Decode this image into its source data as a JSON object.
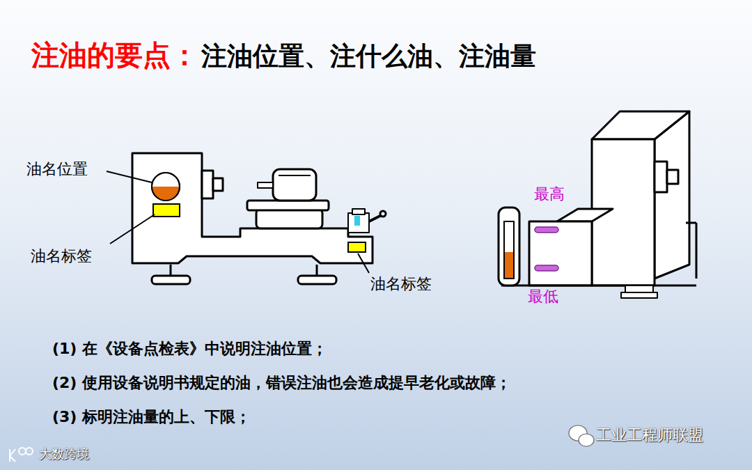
{
  "diagram": {
    "title": "注油的要点：",
    "labels": [
      "注油位置、注什么油、注油量",
      "油名位置",
      "油名标签",
      "油名标签",
      "最高",
      "最低",
      "(1)  在《设备点检表》中说明注油位置；",
      "(2)  使用设备说明书规定的油，错误注油也会造成提早老化或故障；",
      "(3)  标明注油量的上、下限；",
      "工业工程师联盟",
      "大数跨境"
    ]
  }
}
